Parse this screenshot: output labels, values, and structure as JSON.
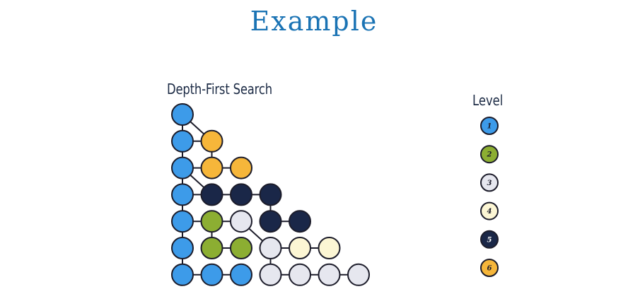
{
  "header": {
    "title": "Example"
  },
  "diagram": {
    "title": "Depth-First Search"
  },
  "legend": {
    "title": "Level",
    "items": [
      {
        "label": "1",
        "level": 1
      },
      {
        "label": "2",
        "level": 2
      },
      {
        "label": "3",
        "level": 3
      },
      {
        "label": "4",
        "level": 4
      },
      {
        "label": "5",
        "level": 5
      },
      {
        "label": "6",
        "level": 6
      }
    ]
  },
  "colors": {
    "level_1": "#3d9be9",
    "level_2": "#8cae32",
    "level_3": "#e6e7ef",
    "level_4": "#fcf6d4",
    "level_5": "#1a2748",
    "level_6": "#f6b63a",
    "node_stroke": "#1c1c2a",
    "title": "#1a73b4"
  },
  "tree": {
    "nodes": [
      {
        "id": "r1c1",
        "row": 1,
        "col": 1,
        "level": 1
      },
      {
        "id": "r2c1",
        "row": 2,
        "col": 1,
        "level": 1
      },
      {
        "id": "r2c2",
        "row": 2,
        "col": 2,
        "level": 6
      },
      {
        "id": "r3c1",
        "row": 3,
        "col": 1,
        "level": 1
      },
      {
        "id": "r3c2",
        "row": 3,
        "col": 2,
        "level": 6
      },
      {
        "id": "r3c3",
        "row": 3,
        "col": 3,
        "level": 6
      },
      {
        "id": "r4c1",
        "row": 4,
        "col": 1,
        "level": 1
      },
      {
        "id": "r4c2",
        "row": 4,
        "col": 2,
        "level": 5
      },
      {
        "id": "r4c3",
        "row": 4,
        "col": 3,
        "level": 5
      },
      {
        "id": "r4c4",
        "row": 4,
        "col": 4,
        "level": 5
      },
      {
        "id": "r5c1",
        "row": 5,
        "col": 1,
        "level": 1
      },
      {
        "id": "r5c2",
        "row": 5,
        "col": 2,
        "level": 2
      },
      {
        "id": "r5c3",
        "row": 5,
        "col": 3,
        "level": 3
      },
      {
        "id": "r5c4",
        "row": 5,
        "col": 4,
        "level": 5
      },
      {
        "id": "r5c5",
        "row": 5,
        "col": 5,
        "level": 5
      },
      {
        "id": "r6c1",
        "row": 6,
        "col": 1,
        "level": 1
      },
      {
        "id": "r6c2",
        "row": 6,
        "col": 2,
        "level": 2
      },
      {
        "id": "r6c3",
        "row": 6,
        "col": 3,
        "level": 2
      },
      {
        "id": "r6c4",
        "row": 6,
        "col": 4,
        "level": 3
      },
      {
        "id": "r6c5",
        "row": 6,
        "col": 5,
        "level": 4
      },
      {
        "id": "r6c6",
        "row": 6,
        "col": 6,
        "level": 4
      },
      {
        "id": "r7c1",
        "row": 7,
        "col": 1,
        "level": 1
      },
      {
        "id": "r7c2",
        "row": 7,
        "col": 2,
        "level": 1
      },
      {
        "id": "r7c3",
        "row": 7,
        "col": 3,
        "level": 1
      },
      {
        "id": "r7c4",
        "row": 7,
        "col": 4,
        "level": 3
      },
      {
        "id": "r7c5",
        "row": 7,
        "col": 5,
        "level": 3
      },
      {
        "id": "r7c6",
        "row": 7,
        "col": 6,
        "level": 3
      },
      {
        "id": "r7c7",
        "row": 7,
        "col": 7,
        "level": 3
      }
    ],
    "edges": [
      [
        "r1c1",
        "r2c1"
      ],
      [
        "r2c1",
        "r3c1"
      ],
      [
        "r3c1",
        "r4c1"
      ],
      [
        "r4c1",
        "r5c1"
      ],
      [
        "r5c1",
        "r6c1"
      ],
      [
        "r6c1",
        "r7c1"
      ],
      [
        "r1c1",
        "r2c2"
      ],
      [
        "r2c1",
        "r2c2"
      ],
      [
        "r2c2",
        "r3c2"
      ],
      [
        "r3c1",
        "r3c2"
      ],
      [
        "r3c2",
        "r3c3"
      ],
      [
        "r3c1",
        "r4c2"
      ],
      [
        "r4c1",
        "r4c2"
      ],
      [
        "r4c2",
        "r4c3"
      ],
      [
        "r4c3",
        "r4c4"
      ],
      [
        "r4c4",
        "r5c4"
      ],
      [
        "r5c4",
        "r5c5"
      ],
      [
        "r5c1",
        "r5c2"
      ],
      [
        "r5c2",
        "r5c3"
      ],
      [
        "r5c2",
        "r6c2"
      ],
      [
        "r6c2",
        "r6c3"
      ],
      [
        "r5c3",
        "r6c4"
      ],
      [
        "r6c4",
        "r6c5"
      ],
      [
        "r6c5",
        "r6c6"
      ],
      [
        "r6c4",
        "r7c4"
      ],
      [
        "r7c4",
        "r7c5"
      ],
      [
        "r7c5",
        "r7c6"
      ],
      [
        "r7c6",
        "r7c7"
      ],
      [
        "r7c1",
        "r7c2"
      ],
      [
        "r7c2",
        "r7c3"
      ]
    ]
  }
}
